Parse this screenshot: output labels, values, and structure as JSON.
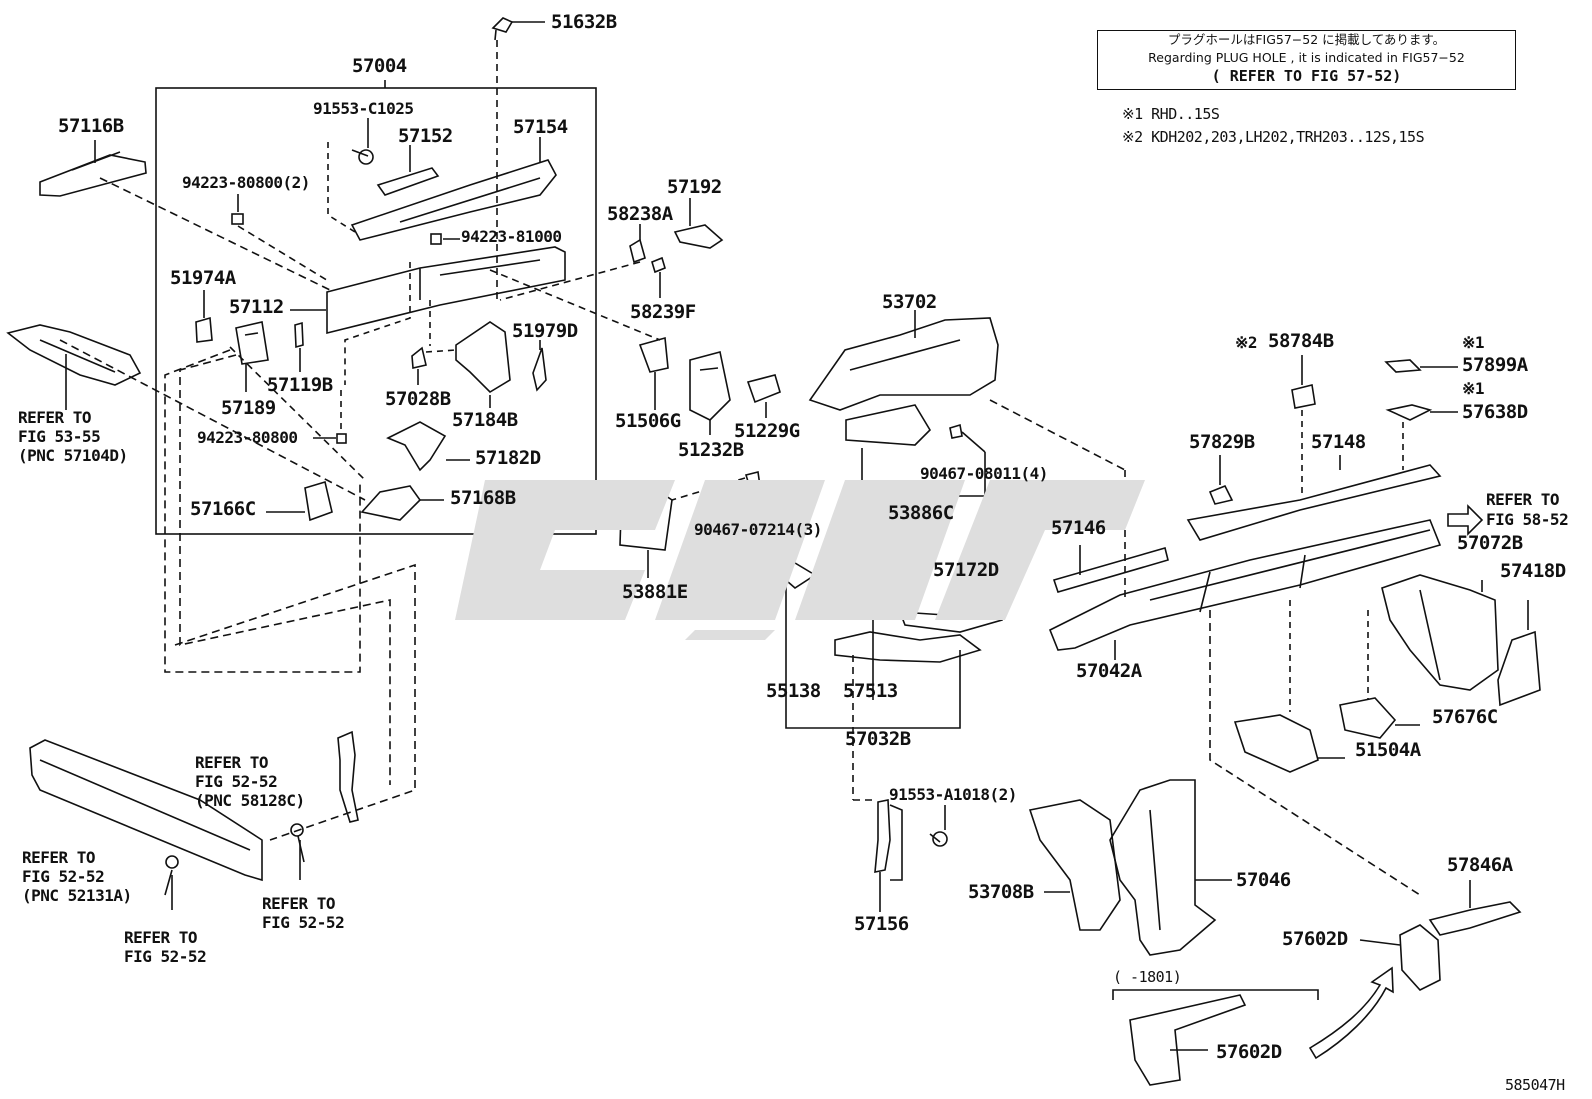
{
  "note": {
    "line_jp": "プラグホールはFIG57−52 に掲載してあります。",
    "line_en": "Regarding  PLUG  HOLE  ,  it  is  indicated  in  FIG57−52",
    "line_ref": "( REFER TO FIG 57-52)"
  },
  "footnotes": {
    "n1": "※1 RHD..15S",
    "n2": "※2 KDH202,203,LH202,TRH203..12S,15S"
  },
  "marks": {
    "m1": "※1",
    "m2": "※2"
  },
  "parts": {
    "p51632B": "51632B",
    "p57004": "57004",
    "p91553C1025": "91553-C1025",
    "p57116B": "57116B",
    "p57152": "57152",
    "p57154": "57154",
    "p94223_80800_2": "94223-80800(2)",
    "p94223_81000": "94223-81000",
    "p51974A": "51974A",
    "p57112": "57112",
    "p51979D": "51979D",
    "p57119B": "57119B",
    "p57028B": "57028B",
    "p57189": "57189",
    "p57184B": "57184B",
    "p94223_80800": "94223-80800",
    "p57182D": "57182D",
    "p57166C": "57166C",
    "p57168B": "57168B",
    "p57192": "57192",
    "p58238A": "58238A",
    "p58239F": "58239F",
    "p51506G": "51506G",
    "p51229G": "51229G",
    "p51232B": "51232B",
    "p90467_07214_3": "90467-07214(3)",
    "p53881E": "53881E",
    "p53702": "53702",
    "p90467_08011_4": "90467-08011(4)",
    "p53886C": "53886C",
    "p58784B": "58784B",
    "p57899A": "57899A",
    "p57638D": "57638D",
    "p57829B": "57829B",
    "p57148": "57148",
    "p57146": "57146",
    "p57172D": "57172D",
    "p57072B": "57072B",
    "p57418D": "57418D",
    "p57042A": "57042A",
    "p55138": "55138",
    "p57513": "57513",
    "p57032B": "57032B",
    "p57676C": "57676C",
    "p51504A": "51504A",
    "p91553_A1018_2": "91553-A1018(2)",
    "p57156": "57156",
    "p53708B": "53708B",
    "p57046": "57046",
    "p57846A": "57846A",
    "p57602D_a": "57602D",
    "p57602D_b": "57602D"
  },
  "refs": {
    "r_53_55": [
      "REFER TO",
      "FIG 53-55",
      "(PNC 57104D)"
    ],
    "r_58_52": [
      "REFER TO",
      "FIG 58-52"
    ],
    "r_52_52_a": [
      "REFER TO",
      "FIG 52-52",
      "(PNC 58128C)"
    ],
    "r_52_52_b": [
      "REFER TO",
      "FIG 52-52",
      "(PNC 52131A)"
    ],
    "r_52_52_c": [
      "REFER TO",
      "FIG 52-52"
    ],
    "r_52_52_d": [
      "REFER TO",
      "FIG 52-52"
    ]
  },
  "range_label": "(      -1801)",
  "figure_code": "585047H",
  "colors": {
    "ink": "#111111",
    "watermark": "#dedede"
  }
}
